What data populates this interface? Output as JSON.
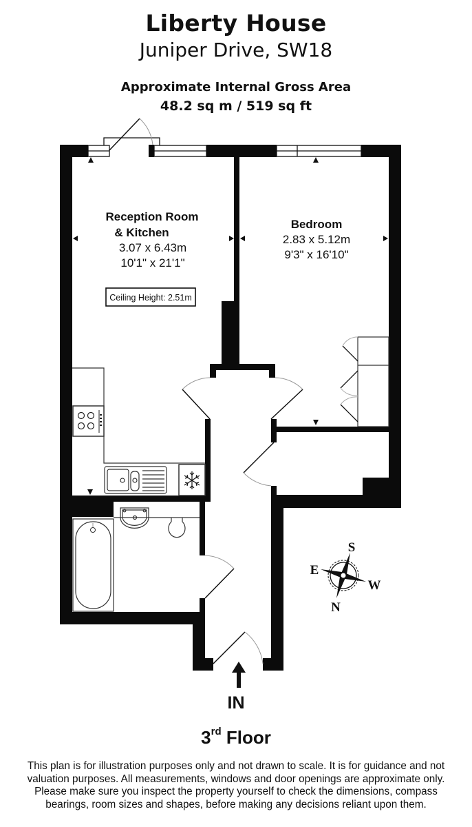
{
  "header": {
    "title": "Liberty House",
    "subtitle": "Juniper Drive, SW18",
    "area_label": "Approximate Internal Gross Area",
    "area_value": "48.2 sq m / 519 sq ft"
  },
  "rooms": [
    {
      "name_line1": "Reception Room",
      "name_line2": "& Kitchen",
      "dim_metric": "3.07 x 6.43m",
      "dim_imperial": "10'1\" x 21'1\""
    },
    {
      "name_line1": "Bedroom",
      "dim_metric": "2.83 x 5.12m",
      "dim_imperial": "9'3\" x 16'10\""
    }
  ],
  "ceiling_height": "Ceiling Height: 2.51m",
  "compass": {
    "n": "N",
    "s": "S",
    "e": "E",
    "w": "W"
  },
  "entrance_label": "IN",
  "floor": {
    "number": "3",
    "suffix": "rd",
    "word": "Floor"
  },
  "disclaimer": {
    "lines": [
      "This plan is for illustration purposes only and not drawn to scale. It is for guidance and not",
      "valuation purposes. All measurements, windows and door openings are approximate only.",
      "Please make sure you inspect the property yourself to check the dimensions, compass",
      "bearings, room sizes and shapes, before making any decisions reliant upon them."
    ]
  },
  "icons": {
    "hob": "hob-icon",
    "sink": "sink-icon",
    "fridge": "snowflake-icon",
    "bath": "bath-icon",
    "basin": "basin-icon",
    "toilet": "toilet-icon",
    "compass": "compass-rose-icon",
    "entrance": "arrow-up-icon"
  }
}
